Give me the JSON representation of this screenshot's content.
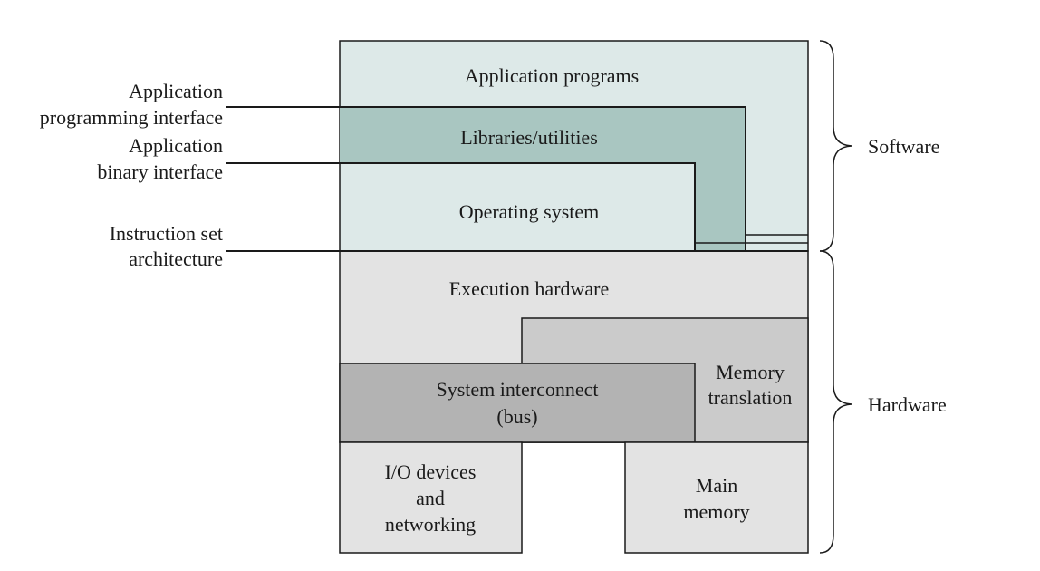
{
  "colors": {
    "software_bg": "#dde9e8",
    "libraries_bg": "#a9c6c1",
    "execution_bg": "#e3e3e3",
    "memory_translation_bg": "#cbcbcb",
    "interconnect_bg": "#b3b3b3",
    "device_bg": "#e3e3e3",
    "line": "#1a1a1a"
  },
  "layers": {
    "application_programs": "Application programs",
    "libraries_utilities": "Libraries/utilities",
    "operating_system": "Operating system",
    "execution_hardware": "Execution hardware",
    "memory_translation": [
      "Memory",
      "translation"
    ],
    "system_interconnect": [
      "System interconnect",
      "(bus)"
    ],
    "io_devices": [
      "I/O devices",
      "and",
      "networking"
    ],
    "main_memory": [
      "Main",
      "memory"
    ]
  },
  "interfaces": {
    "api": [
      "Application",
      "programming interface"
    ],
    "abi": [
      "Application",
      "binary interface"
    ],
    "isa": [
      "Instruction set",
      "architecture"
    ]
  },
  "groups": {
    "software": "Software",
    "hardware": "Hardware"
  }
}
